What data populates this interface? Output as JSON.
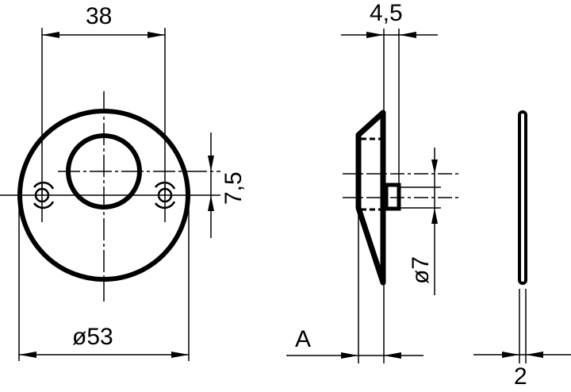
{
  "drawing": {
    "front_view": {
      "dim_hole_spacing": "38",
      "dim_outer_diameter": "ø53",
      "dim_offset": "7,5"
    },
    "side_view": {
      "dim_thickness": "4,5",
      "dim_pin_diameter": "ø7",
      "dim_label_A": "A"
    },
    "edge_view": {
      "dim_plate_thickness": "2"
    },
    "colors": {
      "line": "#000000",
      "background": "#ffffff"
    }
  }
}
